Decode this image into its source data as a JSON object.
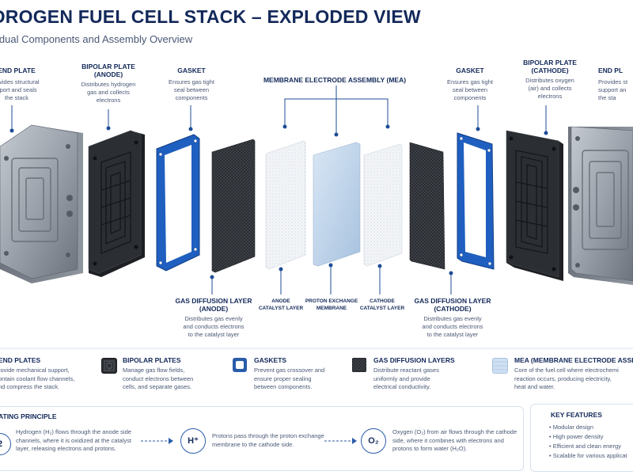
{
  "header": {
    "title": "DROGEN FUEL CELL STACK – EXPLODED VIEW",
    "subtitle": "idual Components and Assembly Overview"
  },
  "components_top": [
    {
      "title": "END PLATE",
      "desc": [
        "rovides structural",
        "pport and seals",
        "the stack"
      ]
    },
    {
      "title": "BIPOLAR PLATE",
      "title2": "(ANODE)",
      "desc": [
        "Distributes hydrogen",
        "gas and collects",
        "electrons"
      ]
    },
    {
      "title": "GASKET",
      "desc": [
        "Ensures gas tight",
        "seal between",
        "components"
      ]
    },
    {
      "title": "MEMBRANE ELECTRODE ASSEMBLY (MEA)"
    },
    {
      "title": "GASKET",
      "desc": [
        "Ensures gas tight",
        "seal between",
        "components"
      ]
    },
    {
      "title": "BIPOLAR PLATE",
      "title2": "(CATHODE)",
      "desc": [
        "Distributes oxygen",
        "(air) and collects",
        "electrons"
      ]
    },
    {
      "title": "END PL",
      "desc": [
        "Provides st",
        "support an",
        "the sta"
      ]
    }
  ],
  "components_bottom": [
    {
      "title": "GAS DIFFUSION LAYER",
      "title2": "(ANODE)",
      "desc": [
        "Distributes gas evenly",
        "and conducts electrons",
        "to the catalyst layer"
      ]
    },
    {
      "title": "ANODE",
      "title2": "CATALYST LAYER"
    },
    {
      "title": "PROTON EXCHANGE",
      "title2": "MEMBRANE"
    },
    {
      "title": "CATHODE",
      "title2": "CATALYST LAYER"
    },
    {
      "title": "GAS DIFFUSION LAYER",
      "title2": "(CATHODE)",
      "desc": [
        "Distributes gas evenly",
        "and conducts electrons",
        "to the catalyst layer"
      ]
    }
  ],
  "legend": [
    {
      "title": "END PLATES",
      "desc": [
        "rovide mechanical support,",
        "ontain coolant flow channels,",
        "nd compress the stack."
      ],
      "color": "#8a9099"
    },
    {
      "title": "BIPOLAR PLATES",
      "desc": [
        "Manage gas flow fields,",
        "conduct electrons between",
        "cells, and separate gases."
      ],
      "color": "#2b2e33"
    },
    {
      "title": "GASKETS",
      "desc": [
        "Prevent gas crossover and",
        "ensure proper sealing",
        "between components."
      ],
      "color": "#2a5caa"
    },
    {
      "title": "GAS DIFFUSION LAYERS",
      "desc": [
        "Distribute reactant gases",
        "uniformly and provide",
        "electrical conductivity."
      ],
      "color": "#3a3d42"
    },
    {
      "title": "MEA (MEMBRANE ELECTRODE ASSEM",
      "desc": [
        "Core of the fuel cell where electrochemi",
        "reaction occurs, producing electricity,",
        "heat and water."
      ],
      "color": "#cfe0f2"
    }
  ],
  "operating": {
    "title": "ATING PRINCIPLE",
    "step1_symbol": "2",
    "step1": [
      "Hydrogen (H₂) flows through the anode side",
      "channels, where it is oxidized at the catalyst",
      "layer, releasing electrons and protons."
    ],
    "step2_symbol": "H⁺",
    "step2": [
      "Protons pass through the proton exchange",
      "membrane to the cathode side."
    ],
    "step3_symbol": "O₂",
    "step3": [
      "Oxygen (O₂) from air flows through the cathode",
      "side, where it combines with electrons and",
      "protons to form water (H₂O)."
    ]
  },
  "features": {
    "title": "KEY FEATURES",
    "items": [
      "Modular design",
      "High power density",
      "Efficient and clean energy",
      "Scalable for various applicat"
    ]
  },
  "colors": {
    "navy": "#13295a",
    "accent": "#2a5caa",
    "gasket": "#1f5fbf",
    "plate": "#2b2e33",
    "steel": "#8a9099",
    "membrane": "#c9dcf0"
  }
}
